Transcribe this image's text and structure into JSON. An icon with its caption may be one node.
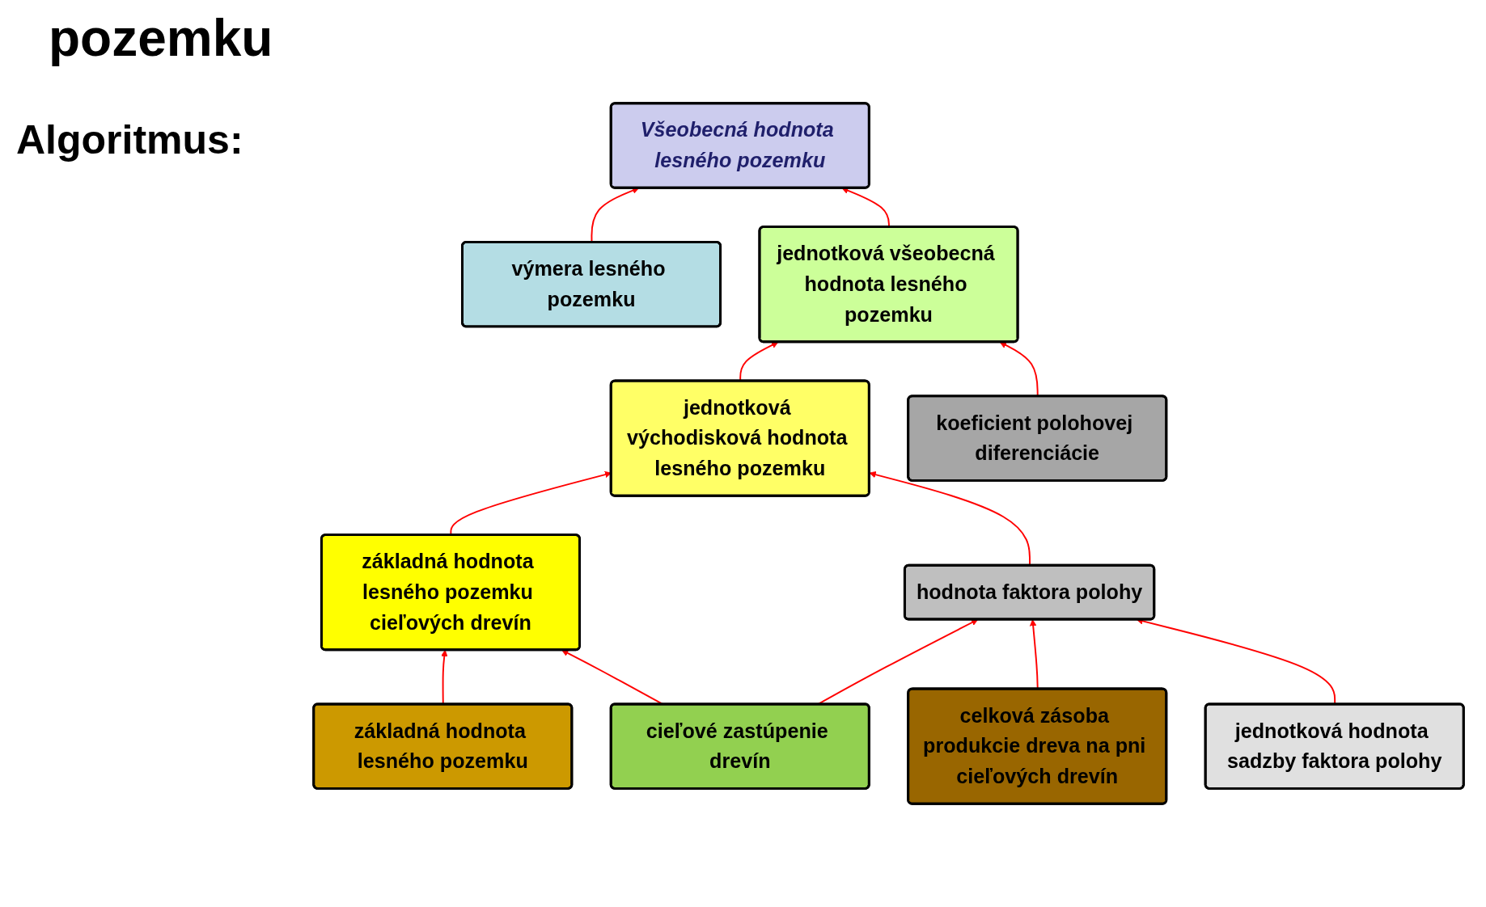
{
  "diagram": {
    "title": "pozemku",
    "nodes": [
      {
        "text": [
          "Všeobecná hodnota lesného pozemku"
        ]
      },
      {
        "text": [
          "výmera lesného pozemku"
        ]
      },
      {
        "text": [
          "jednotková všeobecná hodnota lesného pozemku"
        ]
      },
      {
        "text": [
          "jednotková východisková hodnota lesného pozemku"
        ]
      },
      {
        "text": [
          "koeficient polohovej diferenciácie"
        ]
      },
      {
        "text": [
          "základná hodnota lesného pozemku cieľových drevín"
        ]
      },
      {
        "text": [
          "hodnota faktora polohy"
        ]
      },
      {
        "text": [
          "základná hodnota lesného pozemku"
        ]
      },
      {
        "text": [
          "cieľové zastúpenie drevín"
        ]
      },
      {
        "text": [
          "celková zásoba produkcie dreva na pni cieľových drevín"
        ]
      },
      {
        "text": [
          "jednotková hodnota sadzby faktora polohy"
        ]
      }
    ],
    "edges": [
      {
        "from": 1,
        "to": 0,
        "arrow": "to",
        "color": "#ff0000"
      },
      {
        "from": 2,
        "to": 0,
        "arrow": "to",
        "color": "#ff0000"
      },
      {
        "from": 3,
        "to": 2,
        "arrow": "to",
        "color": "#ff0000"
      },
      {
        "from": 4,
        "to": 2,
        "arrow": "to",
        "color": "#ff0000"
      },
      {
        "from": 5,
        "to": 3,
        "arrow": "to",
        "color": "#ff0000"
      },
      {
        "from": 6,
        "to": 3,
        "arrow": "to",
        "color": "#ff0000"
      },
      {
        "from": 7,
        "to": 5,
        "arrow": "to",
        "color": "#ff0000"
      },
      {
        "from": 8,
        "to": 5,
        "arrow": "to",
        "color": "#ff0000"
      },
      {
        "from": 8,
        "to": 6,
        "arrow": "to",
        "color": "#ff0000"
      },
      {
        "from": 9,
        "to": 6,
        "arrow": "to",
        "color": "#ff0000"
      },
      {
        "from": 10,
        "to": 6,
        "arrow": "to",
        "color": "#ff0000"
      }
    ],
    "labels": [
      "Algoritmus:"
    ]
  }
}
